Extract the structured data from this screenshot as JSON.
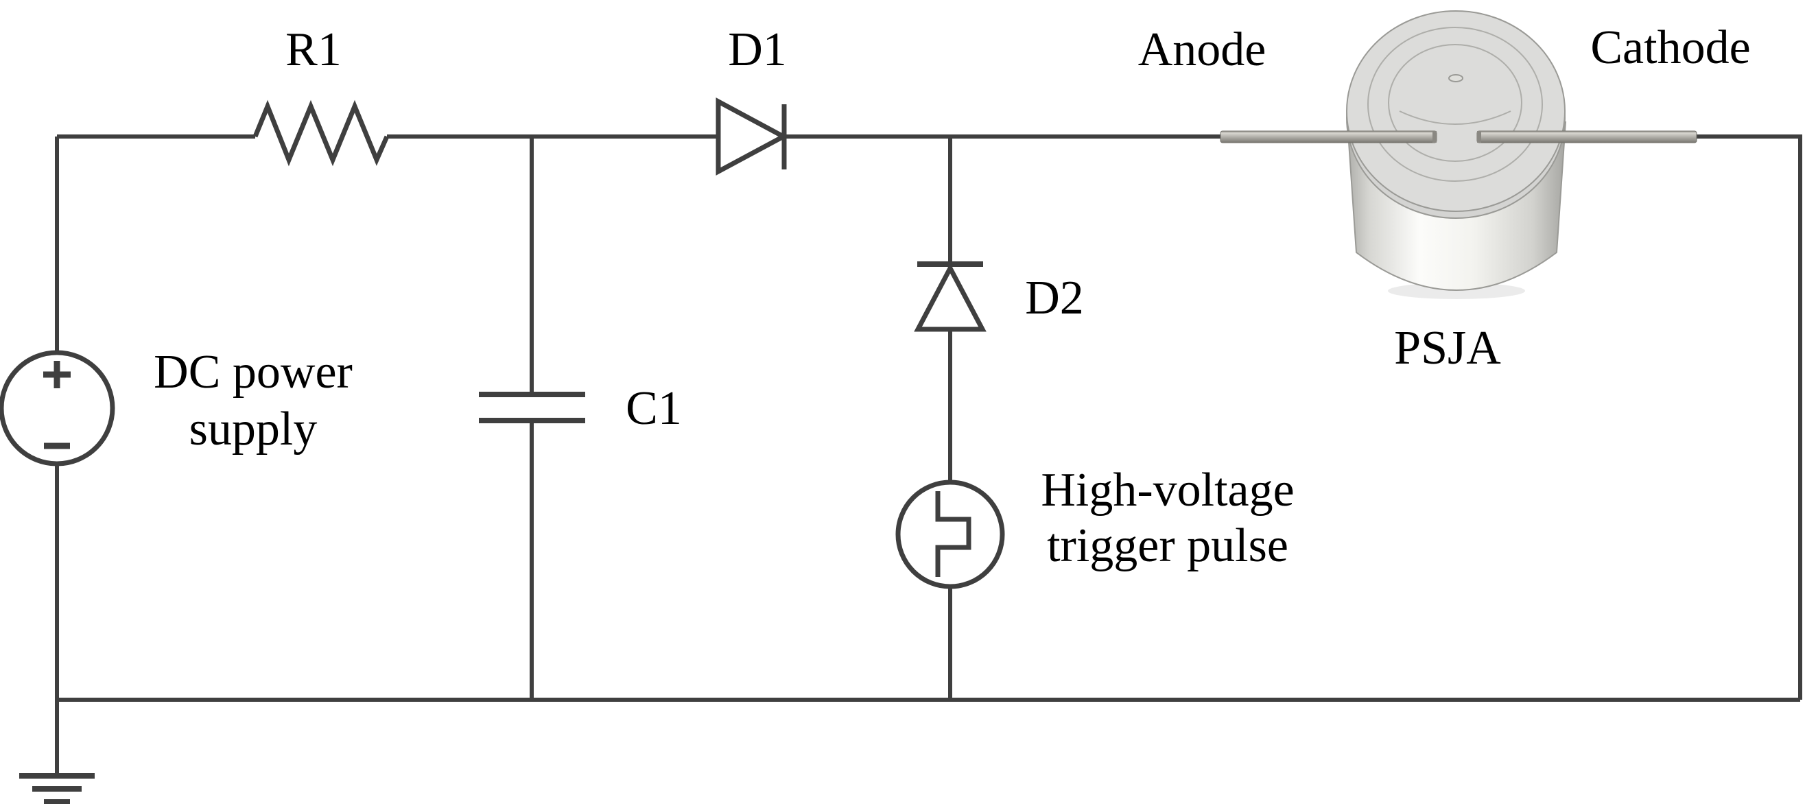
{
  "components": {
    "dc_supply": {
      "label_line1": "DC power",
      "label_line2": "supply",
      "plus": "+",
      "minus": "−"
    },
    "resistor_r1": {
      "label": "R1"
    },
    "capacitor_c1": {
      "label": "C1"
    },
    "diode_d1": {
      "label": "D1"
    },
    "diode_d2": {
      "label": "D2"
    },
    "trigger_source": {
      "label_line1": "High-voltage",
      "label_line2": "trigger pulse"
    },
    "psja": {
      "label": "PSJA",
      "anode": "Anode",
      "cathode": "Cathode"
    }
  },
  "colors": {
    "background": "#ffffff",
    "wire": "#3f3f3f",
    "text": "#000000",
    "electrode": "#aaa8a2",
    "actuator_light": "#dcdcda",
    "actuator_mid": "#e8e8e6",
    "actuator_shadow": "#a8a8a4"
  }
}
